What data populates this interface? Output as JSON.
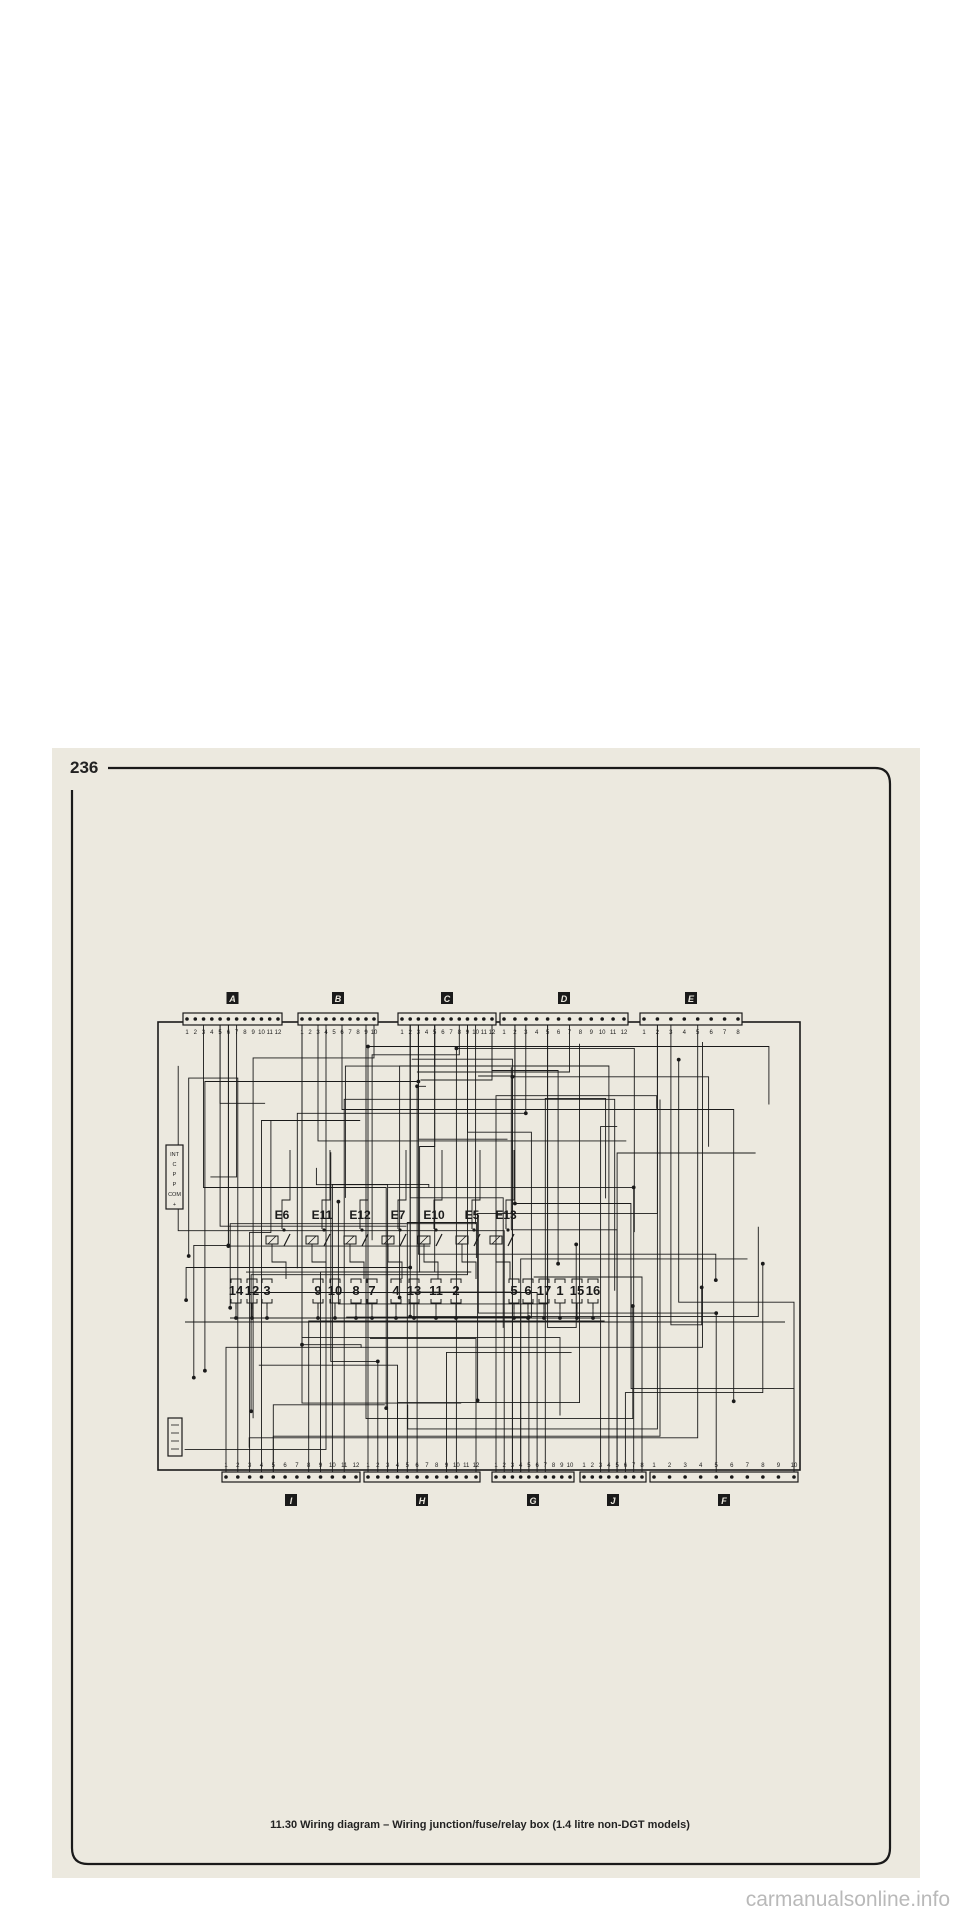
{
  "page": {
    "page_number": "236",
    "caption": "11.30 Wiring diagram – Wiring junction/fuse/relay box (1.4 litre non-DGT models)",
    "watermark": "carmanualsonline.info"
  },
  "connectors_top": [
    {
      "id": "A",
      "pins": [
        "1",
        "2",
        "3",
        "4",
        "5",
        "6",
        "7",
        "8",
        "9",
        "10",
        "11",
        "12"
      ]
    },
    {
      "id": "B",
      "pins": [
        "1",
        "2",
        "3",
        "4",
        "5",
        "6",
        "7",
        "8",
        "9",
        "10"
      ]
    },
    {
      "id": "C",
      "pins": [
        "1",
        "2",
        "3",
        "4",
        "5",
        "6",
        "7",
        "8",
        "9",
        "10",
        "11",
        "12"
      ]
    },
    {
      "id": "D",
      "pins": [
        "1",
        "2",
        "3",
        "4",
        "5",
        "6",
        "7",
        "8",
        "9",
        "10",
        "11",
        "12"
      ]
    },
    {
      "id": "E",
      "pins": [
        "1",
        "2",
        "3",
        "4",
        "5",
        "6",
        "7",
        "8"
      ]
    }
  ],
  "connectors_bottom": [
    {
      "id": "I",
      "pins": [
        "1",
        "2",
        "3",
        "4",
        "5",
        "6",
        "7",
        "8",
        "9",
        "10",
        "11",
        "12"
      ]
    },
    {
      "id": "H",
      "pins": [
        "1",
        "2",
        "3",
        "4",
        "5",
        "6",
        "7",
        "8",
        "9",
        "10",
        "11",
        "12"
      ]
    },
    {
      "id": "G",
      "pins": [
        "1",
        "2",
        "3",
        "4",
        "5",
        "6",
        "7",
        "8",
        "9",
        "10"
      ]
    },
    {
      "id": "J",
      "pins": [
        "1",
        "2",
        "3",
        "4",
        "5",
        "6",
        "7",
        "8"
      ]
    },
    {
      "id": "F",
      "pins": [
        "1",
        "2",
        "3",
        "4",
        "5",
        "6",
        "7",
        "8",
        "9",
        "10"
      ]
    }
  ],
  "relays": [
    "E6",
    "E11",
    "E12",
    "E7",
    "E10",
    "E5",
    "E13"
  ],
  "fuses": [
    "14",
    "12",
    "3",
    "9",
    "10",
    "8",
    "7",
    "4",
    "13",
    "11",
    "2",
    "5",
    "6",
    "17",
    "1",
    "15",
    "16"
  ],
  "side_connector_labels": [
    "INT",
    "C",
    "P",
    "P",
    "COM",
    "+"
  ],
  "colors": {
    "ink": "#1a1a1a",
    "paper": "#ece9df"
  }
}
